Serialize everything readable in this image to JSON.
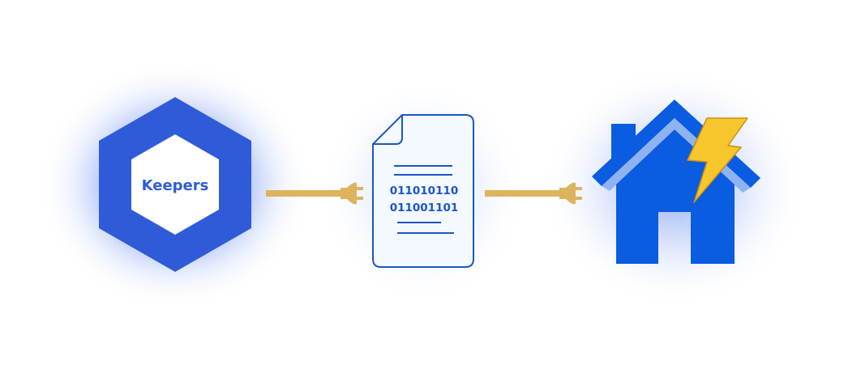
{
  "keepers": {
    "label": "Keepers"
  },
  "document": {
    "lines": [
      "011010110",
      "011001101"
    ]
  },
  "colors": {
    "primary_blue": "#2f5bd9",
    "house_blue": "#0a5ce0",
    "doc_stroke": "#1a56c8",
    "doc_fill": "#f4f8ff",
    "plug": "#ddb35e",
    "bolt": "#f6c62c",
    "bolt_stroke": "#cf8f0a",
    "roof_light": "#8fb3f2",
    "glow": "#3d6df0"
  },
  "icons": [
    "hexagon-keepers-icon",
    "plug-icon",
    "binary-document-icon",
    "house-icon",
    "lightning-bolt-icon"
  ]
}
